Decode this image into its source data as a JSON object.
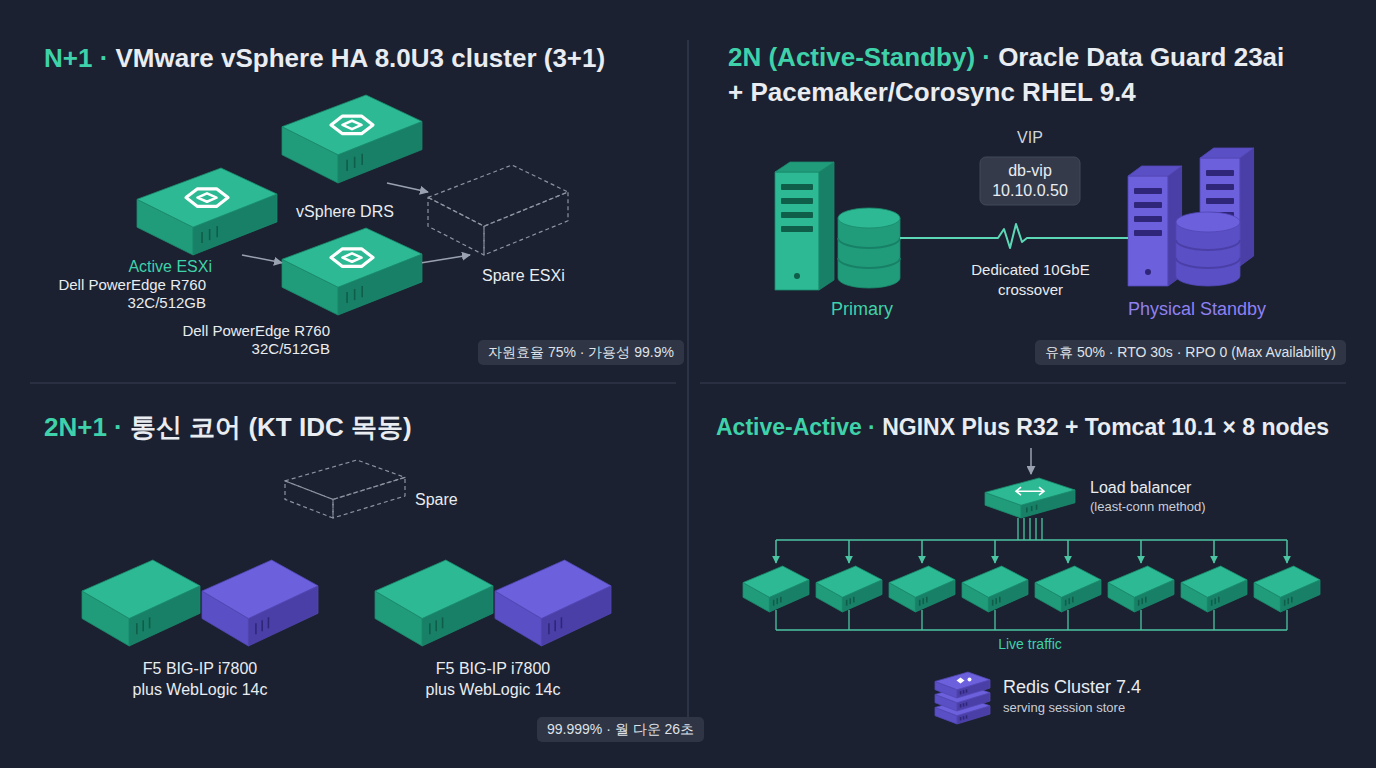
{
  "diagram": {
    "nodes": [
      {
        "text": [
          "vSphere DRS"
        ]
      },
      {
        "text": [
          "Active ESXi",
          "Dell PowerEdge R760 32C/512GB"
        ]
      },
      {
        "text": [
          "Dell PowerEdge R760 32C/512GB"
        ]
      },
      {
        "text": [
          "Spare ESXi"
        ]
      },
      {
        "text": [
          "Primary"
        ]
      },
      {
        "text": [
          "VIP",
          "db-vip 10.10.0.50"
        ]
      },
      {
        "text": [
          "Physical Standby"
        ]
      },
      {
        "text": [
          "Spare"
        ]
      },
      {
        "text": [
          "F5 BIG-IP i7800 plus WebLogic 14c"
        ]
      },
      {
        "text": [
          "F5 BIG-IP i7800 plus WebLogic 14c"
        ]
      },
      {
        "text": [
          "Load balancer",
          "(least-conn method)"
        ]
      },
      {
        "text": [
          "Redis Cluster 7.4",
          "serving session store"
        ]
      }
    ],
    "edges": [
      {
        "from": 0,
        "to": 3,
        "arrow": "to"
      },
      {
        "from": 1,
        "to": 2,
        "arrow": "to"
      },
      {
        "from": 2,
        "to": 3,
        "arrow": "to"
      },
      {
        "from": 4,
        "to": 6,
        "label": "Dedicated 10GbE crossover",
        "arrow": "none"
      }
    ],
    "labels": [
      "N+1 ·",
      "VMware vSphere HA 8.0U3 cluster (3+1)",
      "자원효율 75% · 가용성 99.9%",
      "2N (Active-Standby) ·",
      "Oracle Data Guard 23ai + Pacemaker/Corosync RHEL 9.4",
      "유휴 50% · RTO 30s · RPO 0 (Max Availability)",
      "2N+1 ·",
      "통신 코어 (KT IDC 목동)",
      "99.999% · 월 다운 26초",
      "Active-Active ·",
      "NGINX Plus R32 + Tomcat 10.1 × 8 nodes",
      "Live traffic"
    ]
  }
}
